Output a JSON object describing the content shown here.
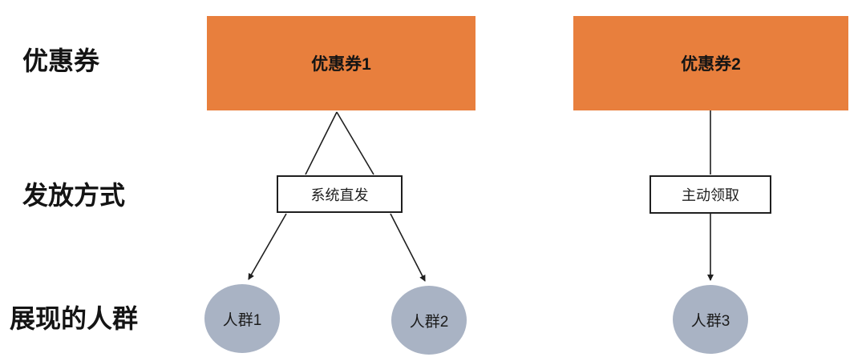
{
  "diagram": {
    "row_labels": [
      {
        "label": "优惠券"
      },
      {
        "label": "发放方式"
      },
      {
        "label": "展现的人群"
      }
    ],
    "columns": [
      {
        "coupon": "优惠券1",
        "method": "系统直发",
        "audiences": [
          "人群1",
          "人群2"
        ]
      },
      {
        "coupon": "优惠券2",
        "method": "主动领取",
        "audiences": [
          "人群3"
        ]
      }
    ],
    "edges": [
      {
        "from": "优惠券1",
        "to": "系统直发",
        "arrow": false
      },
      {
        "from": "系统直发",
        "to": "人群1",
        "arrow": true
      },
      {
        "from": "系统直发",
        "to": "人群2",
        "arrow": true
      },
      {
        "from": "优惠券2",
        "to": "主动领取",
        "arrow": false
      },
      {
        "from": "主动领取",
        "to": "人群3",
        "arrow": true
      }
    ],
    "colors": {
      "coupon_fill": "#E87F3D",
      "audience_fill": "#A9B3C4",
      "line": "#1f1f1f"
    }
  }
}
